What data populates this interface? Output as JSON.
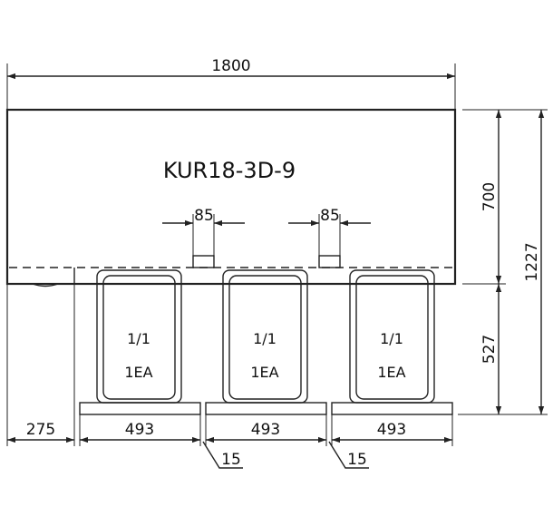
{
  "model": "KUR18-3D-9",
  "dimensions": {
    "total_width": "1800",
    "top_height": "700",
    "total_height": "1227",
    "lower_height": "527",
    "left_offset": "275",
    "pan_width": "493",
    "gap": "15",
    "vent_width": "85"
  },
  "pans": [
    {
      "size": "1/1",
      "qty": "1EA"
    },
    {
      "size": "1/1",
      "qty": "1EA"
    },
    {
      "size": "1/1",
      "qty": "1EA"
    }
  ],
  "colors": {
    "line": "#222222",
    "background": "#ffffff"
  }
}
